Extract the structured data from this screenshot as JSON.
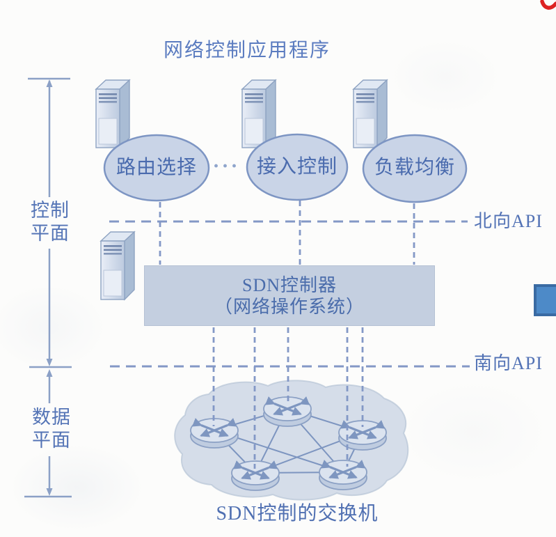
{
  "figure": {
    "title": "网络控制应用程序",
    "control_plane": {
      "line1": "控制",
      "line2": "平面"
    },
    "data_plane": {
      "line1": "数据",
      "line2": "平面"
    },
    "applications": [
      {
        "label": "路由选择"
      },
      {
        "label": "接入控制"
      },
      {
        "label": "负载均衡"
      }
    ],
    "applications_ellipsis": "···",
    "north_api_label": "北向API",
    "south_api_label": "南向API",
    "controller": {
      "line1": "SDN控制器",
      "line2": "（网络操作系统）"
    },
    "switches_caption": "SDN控制的交换机"
  },
  "icons": {
    "server": "server-tower-icon",
    "switch": "packet-switch-icon",
    "cloud": "network-cloud-shape",
    "bracket": "plane-span-dimension-bracket"
  },
  "colors": {
    "diagram_text_blue": "#4f6fb0",
    "title_blue": "#5b7cc0",
    "ellipse_fill": "#c9d4e7",
    "ellipse_stroke": "#7d95c3",
    "controller_box_fill": "#c4cfe0",
    "dashed_line_blue": "#8398c6",
    "mesh_line_blue": "#7d95c0",
    "cloud_fill": "#ccd6e4",
    "annotation_blue_rect_fill": "#4d8ac8",
    "annotation_blue_rect_border": "#3a6ba3",
    "annotation_red_pen": "#dd2222"
  }
}
